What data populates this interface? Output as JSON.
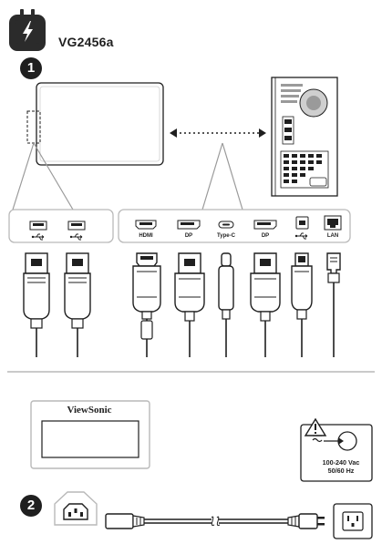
{
  "header": {
    "model": "VG2456a",
    "plug_icon": "power-plug-icon"
  },
  "step1": {
    "number": "1",
    "usb_ports": [
      "usb-a-port",
      "usb-a-port"
    ],
    "ports": {
      "hdmi": "HDMI",
      "dp1": "DP",
      "typec": "Type-C",
      "dp2": "DP",
      "lan": "LAN"
    },
    "icons": [
      "monitor-rear-icon",
      "desktop-pc-icon",
      "usb-symbol-icon"
    ]
  },
  "step2": {
    "number": "2",
    "brand": "ViewSonic",
    "spec_line1": "100-240 Vac",
    "spec_line2": "50/60 Hz",
    "icons": [
      "monitor-front-icon",
      "warning-triangle-icon",
      "ac-inlet-icon",
      "power-cord-icon",
      "wall-outlet-icon"
    ]
  },
  "colors": {
    "ink": "#1f1f1f",
    "grey": "#b9b9b9",
    "light": "#e6e6e6"
  }
}
